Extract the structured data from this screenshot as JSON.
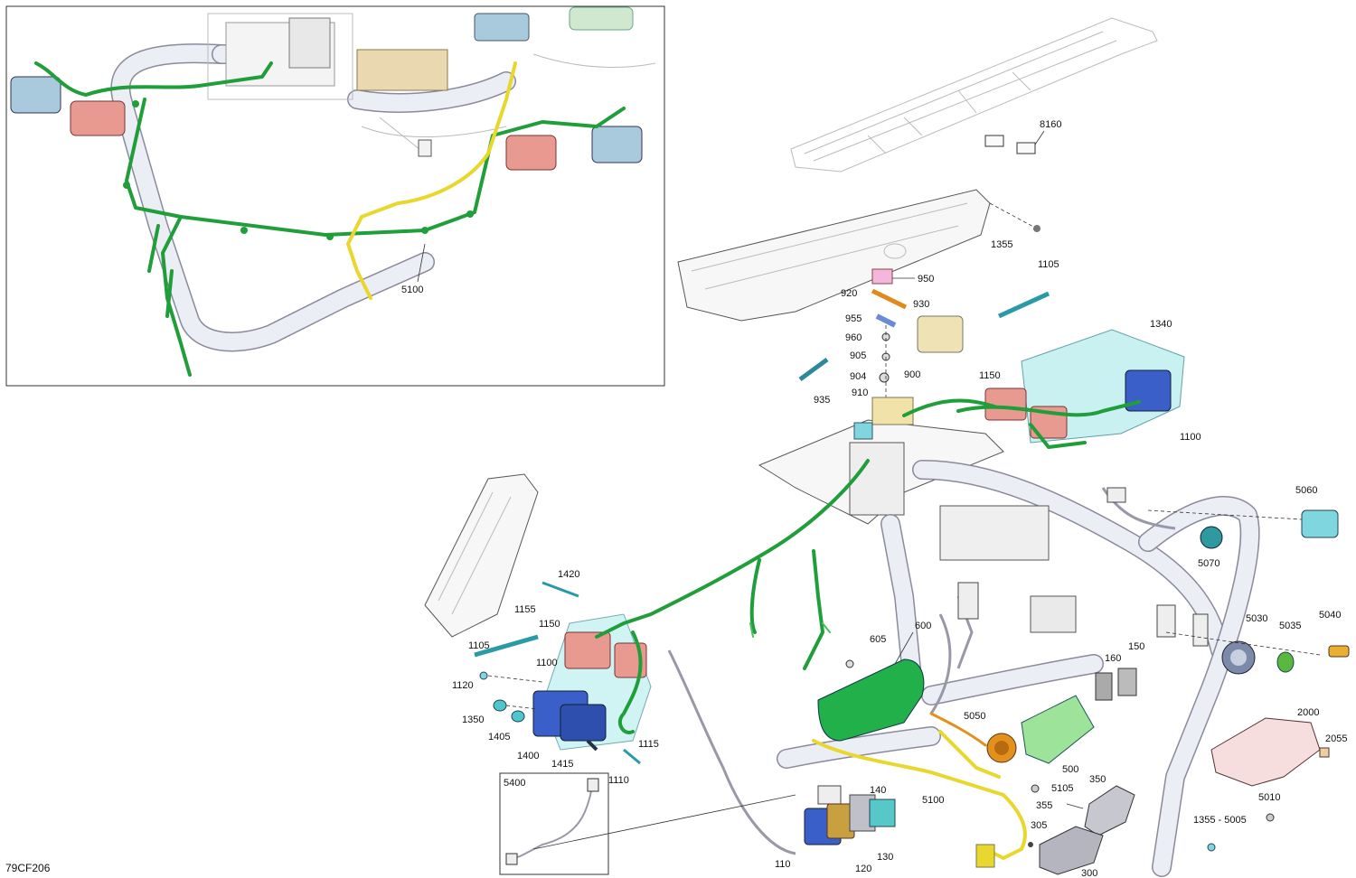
{
  "diagram_code": "79CF206",
  "colors": {
    "green_harness": "#1f9e3a",
    "yellow_harness": "#e8d72c",
    "salmon": "#e89a90",
    "blue": "#3a5fc8",
    "cyan": "#7fd6df",
    "light_blue": "#a9c9dc"
  },
  "callouts": {
    "c5100_inset": "5100",
    "c8160": "8160",
    "c1355": "1355",
    "c950": "950",
    "c920": "920",
    "c930": "930",
    "c955": "955",
    "c960": "960",
    "c905": "905",
    "c904": "904",
    "c900": "900",
    "c935": "935",
    "c910": "910",
    "c1150_top": "1150",
    "c1105_top": "1105",
    "c1340": "1340",
    "c1100_top": "1100",
    "c5060": "5060",
    "c5070": "5070",
    "c1420": "1420",
    "c1155": "1155",
    "c1150_left": "1150",
    "c1105_left": "1105",
    "c1100_left": "1100",
    "c1120": "1120",
    "c1350": "1350",
    "c1405": "1405",
    "c1400": "1400",
    "c1115": "1115",
    "c1415": "1415",
    "c1110": "1110",
    "c605": "605",
    "c600": "600",
    "c160": "160",
    "c150": "150",
    "c5030": "5030",
    "c5035": "5035",
    "c5040": "5040",
    "c2000": "2000",
    "c2055": "2055",
    "c5050": "5050",
    "c500": "500",
    "c5105": "5105",
    "c350": "350",
    "c355": "355",
    "c5010": "5010",
    "c5100_main": "5100",
    "c140": "140",
    "c305": "305",
    "c130": "130",
    "c1355_5005": "1355 - 5005",
    "c110": "110",
    "c120": "120",
    "c300": "300",
    "c5400": "5400"
  }
}
